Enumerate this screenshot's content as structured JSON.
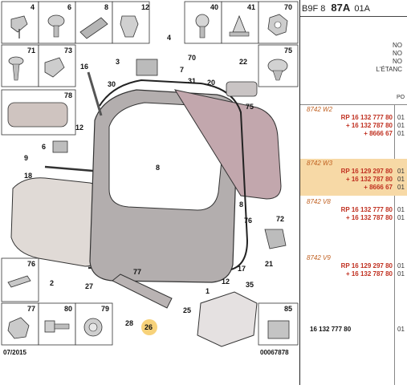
{
  "header": {
    "code_prefix": "B9F 8",
    "code_main": "87A",
    "code_suffix": "01A"
  },
  "notes": [
    "NO",
    "NO",
    "NO",
    "L'ÉTANC",
    "PO"
  ],
  "groups": [
    {
      "ref": "8742 W2",
      "highlight": false,
      "rows": [
        {
          "pn": "RP 16 132 777 80",
          "qty": "01"
        },
        {
          "pn": "+ 16 132 787 80",
          "qty": "01"
        },
        {
          "pn": "+ 8666 67",
          "qty": "01"
        }
      ]
    },
    {
      "ref": "8742 W3",
      "highlight": true,
      "rows": [
        {
          "pn": "RP 16 129 297 80",
          "qty": "01"
        },
        {
          "pn": "+ 16 132 787 80",
          "qty": "01"
        },
        {
          "pn": "+ 8666 67",
          "qty": "01"
        }
      ]
    },
    {
      "ref": "8742 V8",
      "highlight": false,
      "rows": [
        {
          "pn": "RP 16 132 777 80",
          "qty": "01"
        },
        {
          "pn": "+ 16 132 787 80",
          "qty": "01"
        }
      ]
    },
    {
      "ref": "8742 V9",
      "highlight": false,
      "rows": [
        {
          "pn": "RP 16 129 297 80",
          "qty": "01"
        },
        {
          "pn": "+ 16 132 787 80",
          "qty": "01"
        }
      ]
    }
  ],
  "standalone": {
    "pn": "16 132 777 80",
    "qty": "01"
  },
  "footer": {
    "date": "07/2015",
    "id": "00067878"
  },
  "part_labels": {
    "p4": "4",
    "p6": "6",
    "p8": "8",
    "p12": "12",
    "p40": "40",
    "p41": "41",
    "p70": "70",
    "p71": "71",
    "p73": "73",
    "p75": "75",
    "p78": "78",
    "c1": "1",
    "c2": "2",
    "c3": "3",
    "c4": "4",
    "c6": "6",
    "c7": "7",
    "c8": "8",
    "c9": "9",
    "c12a": "12",
    "c12b": "12",
    "c16": "16",
    "c17": "17",
    "c18": "18",
    "c20": "20",
    "c21": "21",
    "c22": "22",
    "c25": "25",
    "c26": "26",
    "c27": "27",
    "c28": "28",
    "c30": "30",
    "c31": "31",
    "c35": "35",
    "c70": "70",
    "c72": "72",
    "c75": "75",
    "c76": "76",
    "c77": "77",
    "c8b": "8",
    "b76": "76",
    "b77": "77",
    "b80": "80",
    "b79": "79",
    "b85": "85"
  }
}
